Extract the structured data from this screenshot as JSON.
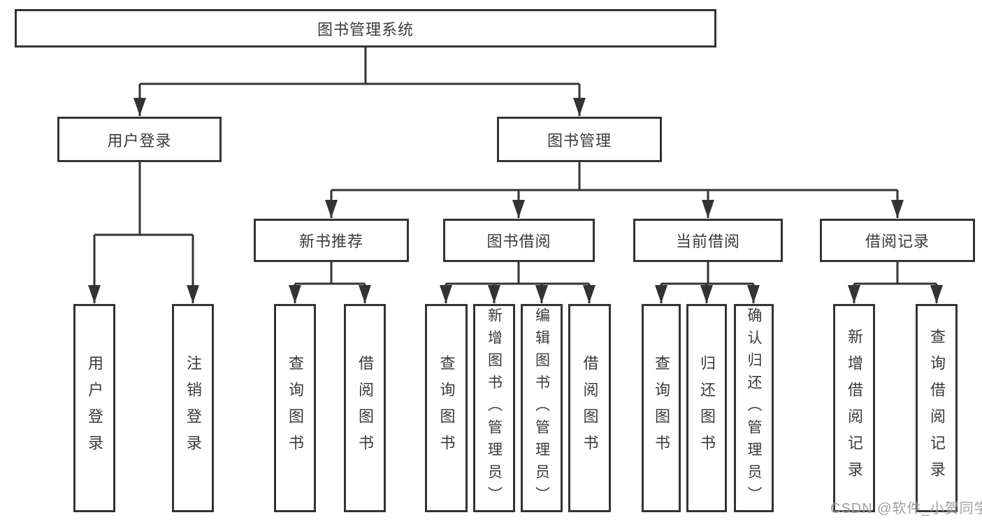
{
  "tree": {
    "label": "图书管理系统",
    "children": [
      {
        "label": "用户登录",
        "children": [
          {
            "label": "用户登录"
          },
          {
            "label": "注销登录"
          }
        ]
      },
      {
        "label": "图书管理",
        "children": [
          {
            "label": "新书推荐",
            "children": [
              {
                "label": "查询图书"
              },
              {
                "label": "借阅图书"
              }
            ]
          },
          {
            "label": "图书借阅",
            "children": [
              {
                "label": "查询图书"
              },
              {
                "label": "新增图书（管理员）"
              },
              {
                "label": "编辑图书（管理员）"
              },
              {
                "label": "借阅图书"
              }
            ]
          },
          {
            "label": "当前借阅",
            "children": [
              {
                "label": "查询图书"
              },
              {
                "label": "归还图书"
              },
              {
                "label": "确认归还（管理员）"
              }
            ]
          },
          {
            "label": "借阅记录",
            "children": [
              {
                "label": "新增借阅记录"
              },
              {
                "label": "查询借阅记录"
              }
            ]
          }
        ]
      }
    ]
  },
  "watermark": "CSDN @软件_小贺同学",
  "colors": {
    "line": "#333333",
    "text": "#3a3a3a",
    "watermark": "#8f8f8f",
    "background": "#ffffff"
  }
}
